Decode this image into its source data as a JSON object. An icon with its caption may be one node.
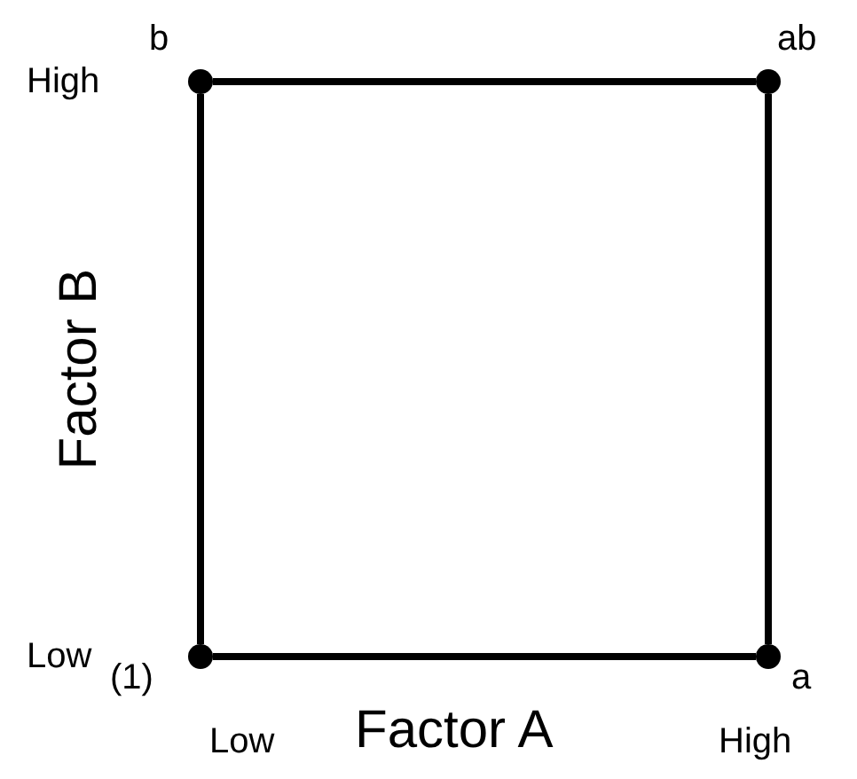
{
  "diagram": {
    "nodes": [
      {
        "text": [],
        "shape": "circle",
        "beside": [
          "b"
        ]
      },
      {
        "text": [],
        "shape": "circle",
        "beside": [
          "ab"
        ]
      },
      {
        "text": [],
        "shape": "circle",
        "beside": [
          "(1)"
        ]
      },
      {
        "text": [],
        "shape": "circle",
        "beside": [
          "a"
        ]
      }
    ],
    "edges": [
      {
        "from": 2,
        "to": 3,
        "arrow": "none"
      },
      {
        "from": 3,
        "to": 1,
        "arrow": "none"
      },
      {
        "from": 1,
        "to": 0,
        "arrow": "none"
      },
      {
        "from": 0,
        "to": 2,
        "arrow": "none"
      }
    ],
    "labels": [
      "High",
      "Factor B",
      "Low",
      "Low",
      "Factor A",
      "High"
    ]
  }
}
